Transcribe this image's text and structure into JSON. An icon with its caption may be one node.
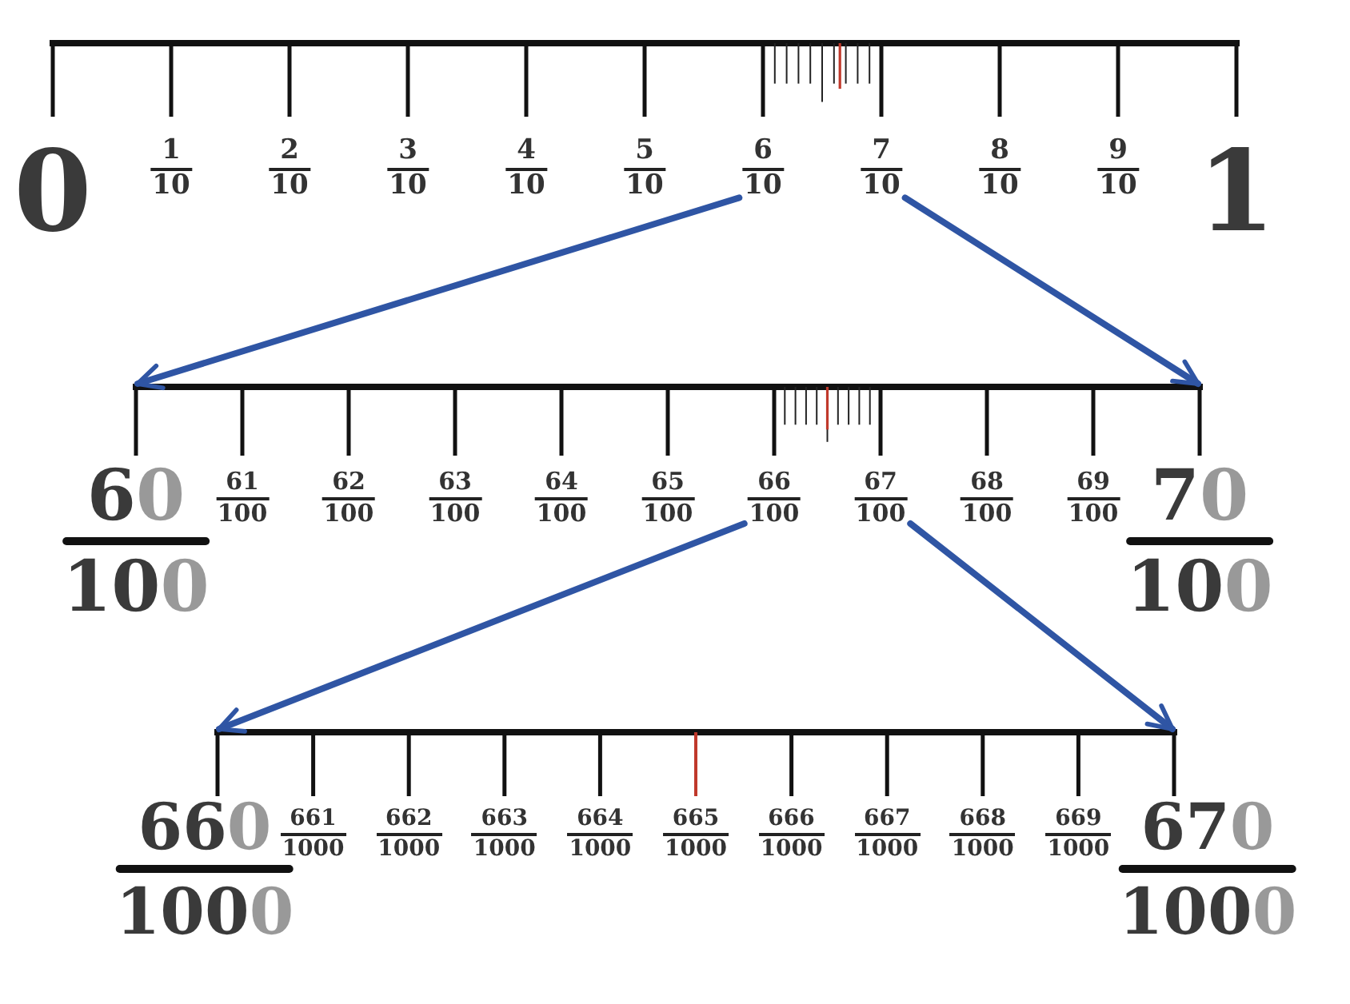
{
  "diagram": {
    "nodes": [
      {
        "text": [
          "6",
          "10"
        ]
      },
      {
        "text": [
          "7",
          "10"
        ]
      },
      {
        "text": [],
        "shape": "bar"
      },
      {
        "text": [
          "66",
          "100"
        ]
      },
      {
        "text": [
          "67",
          "100"
        ]
      },
      {
        "text": [],
        "shape": "bar"
      }
    ],
    "edges": [
      {
        "from": 0,
        "to": 2,
        "arrow": "to"
      },
      {
        "from": 1,
        "to": 2,
        "arrow": "to"
      },
      {
        "from": 3,
        "to": 5,
        "arrow": "to"
      },
      {
        "from": 4,
        "to": 5,
        "arrow": "to"
      }
    ],
    "labels": [
      "0",
      "1",
      "10",
      "2",
      "10",
      "3",
      "10",
      "4",
      "10",
      "5",
      "10",
      "8",
      "10",
      "9",
      "10",
      "1",
      "60",
      "100",
      "61",
      "100",
      "62",
      "100",
      "63",
      "100",
      "64",
      "100",
      "65",
      "100",
      "68",
      "100",
      "69",
      "100",
      "70",
      "100",
      "660",
      "1000",
      "661",
      "1000",
      "662",
      "1000",
      "663",
      "1000",
      "664",
      "1000",
      "665",
      "1000",
      "666",
      "1000",
      "667",
      "1000",
      "668",
      "1000",
      "669",
      "1000",
      "670",
      "1000"
    ]
  }
}
